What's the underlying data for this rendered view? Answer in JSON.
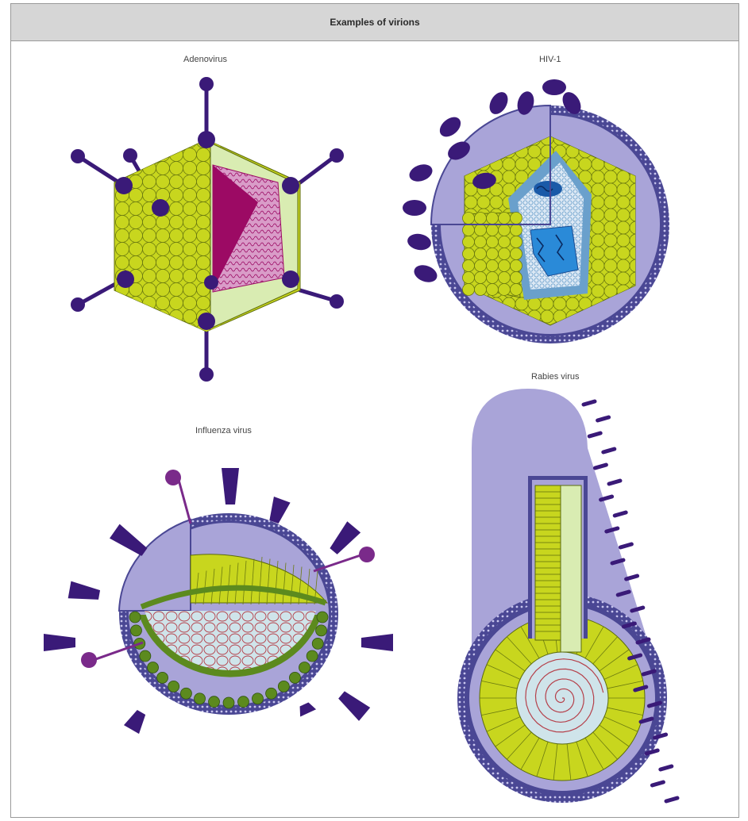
{
  "header": {
    "title": "Examples of virions"
  },
  "panels": {
    "adenovirus": {
      "label": "Adenovirus"
    },
    "hiv": {
      "label": "HIV-1"
    },
    "influenza": {
      "label": "Influenza virus"
    },
    "rabies": {
      "label": "Rabies virus"
    }
  },
  "colors": {
    "envelope": "#a9a4d8",
    "membrane_dark": "#4a4794",
    "capsomere": "#c8d61e",
    "capsomere_dark": "#5c8a1e",
    "spike": "#3a1a78",
    "magenta": "#9c0a64",
    "pink": "#d99cc8",
    "nucleoprotein": "#b5404a",
    "core_blue": "#5aa0d8",
    "rna_bg": "#cfe4ea",
    "pale_green": "#d9ecb2"
  }
}
